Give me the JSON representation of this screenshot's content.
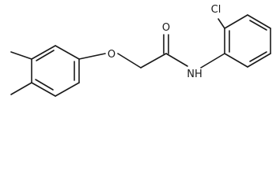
{
  "structure": {
    "atom_labels": {
      "chlorine": "Cl",
      "carbonyl_oxygen": "O",
      "ether_oxygen": "O",
      "amide_nitrogen": "NH"
    }
  }
}
